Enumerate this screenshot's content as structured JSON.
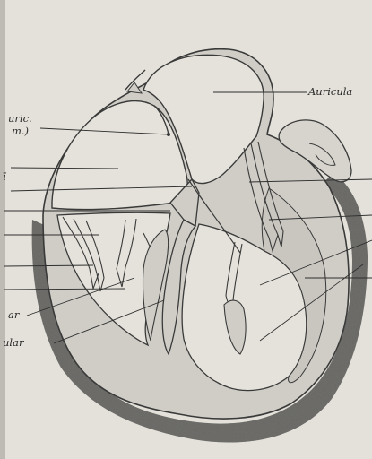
{
  "labels": {
    "auricula": "Auricula",
    "auric_line1": "uric.",
    "auric_line2": "m.)",
    "left_fragment": "ī",
    "ar_fragment": "ar",
    "ular_fragment": "ular"
  }
}
